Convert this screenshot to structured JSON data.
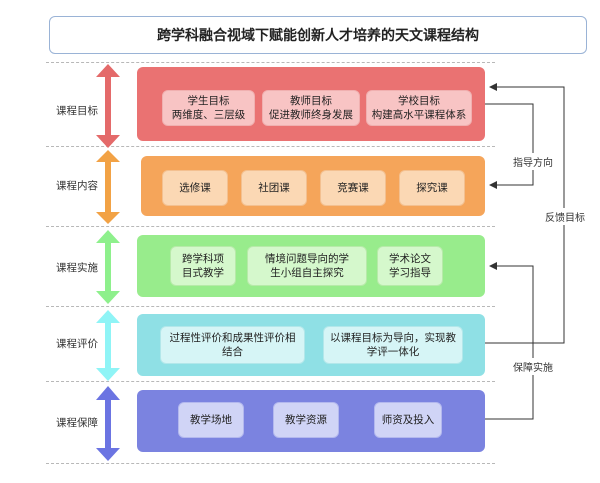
{
  "title": "跨学科融合视域下赋能创新人才培养的天文课程结构",
  "rows": [
    {
      "label": "课程目标",
      "items": [
        "学生目标\n两维度、三层级",
        "教师目标\n促进教师终身发展",
        "学校目标\n构建高水平课程体系"
      ]
    },
    {
      "label": "课程内容",
      "items": [
        "选修课",
        "社团课",
        "竞赛课",
        "探究课"
      ]
    },
    {
      "label": "课程实施",
      "items": [
        "跨学科项\n目式教学",
        "情境问题导向的学\n生小组自主探究",
        "学术论文\n学习指导"
      ]
    },
    {
      "label": "课程评价",
      "items": [
        "过程性评价和成果性评价相\n结合",
        "以课程目标为导向，实现教\n学评一体化"
      ]
    },
    {
      "label": "课程保障",
      "items": [
        "教学场地",
        "教学资源",
        "师资及投入"
      ]
    }
  ],
  "side_labels": {
    "guide": "指导方向",
    "feedback": "反馈目标",
    "support": "保障实施"
  },
  "colors": {
    "goal": "#e97373",
    "content": "#f6a75c",
    "impl": "#97ea89",
    "eval": "#8fe0e5",
    "support": "#7b83e0"
  }
}
